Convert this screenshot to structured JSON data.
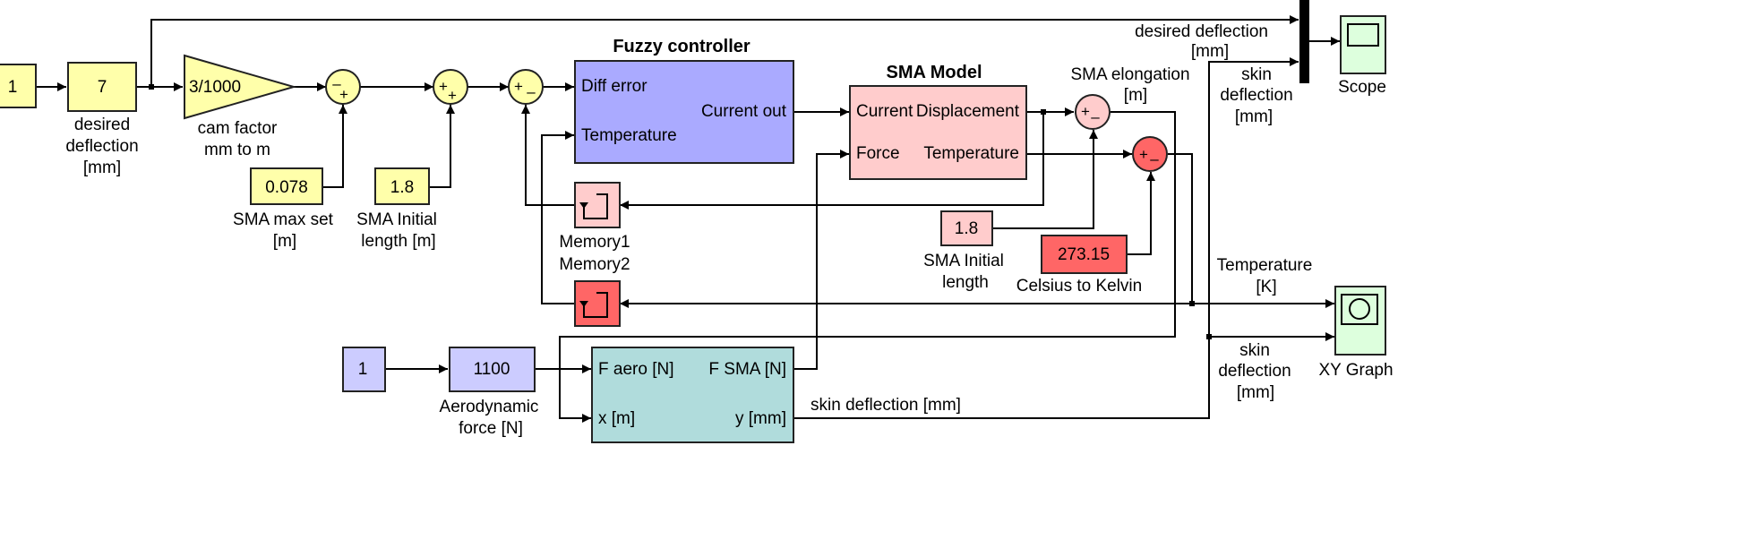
{
  "colors": {
    "yellow": "#FFFFAA",
    "blue": "#AAAAFF",
    "pink": "#FFCCCC",
    "red": "#FF6666",
    "lavender": "#CCCCFF",
    "teal": "#B0DCDC",
    "green": "#DDFFDD"
  },
  "blocks": {
    "const_1_left": "1",
    "const_7": "7",
    "gain": "3/1000",
    "const_0078": "0.078",
    "const_18_left": "1.8",
    "const_18_right": "1.8",
    "const_27315": "273.15",
    "const_1_bottom": "1",
    "const_1100": "1100"
  },
  "titles": {
    "fuzzy": "Fuzzy controller",
    "sma": "SMA Model"
  },
  "ports": {
    "fuzzy_in1": "Diff error",
    "fuzzy_in2": "Temperature",
    "fuzzy_out": "Current out",
    "sma_in1": "Current",
    "sma_in2": "Force",
    "sma_out1": "Displacement",
    "sma_out2": "Temperature",
    "aero_in1": "F aero [N]",
    "aero_in2": "x [m]",
    "aero_out1": "F SMA [N]",
    "aero_out2": "y [mm]"
  },
  "labels": {
    "desired_defl": [
      "desired",
      "deflection",
      "[mm]"
    ],
    "cam_factor": [
      "cam factor",
      "mm to m"
    ],
    "sma_max": [
      "SMA max set",
      "[m]"
    ],
    "sma_init_left": [
      "SMA Initial",
      "length [m]"
    ],
    "memory1": "Memory1",
    "memory2": "Memory2",
    "sma_init_right": [
      "SMA Initial",
      "length"
    ],
    "celsius": "Celsius to Kelvin",
    "sma_elong": [
      "SMA elongation",
      "[m]"
    ],
    "aero_force": [
      "Aerodynamic",
      "force [N]"
    ],
    "scope": "Scope",
    "xy_graph": "XY Graph",
    "sig_desired": [
      "desired deflection",
      "[mm]"
    ],
    "sig_skin_top": [
      "skin",
      "deflection",
      "[mm]"
    ],
    "sig_temp": [
      "Temperature",
      "[K]"
    ],
    "sig_skin_bottom": [
      "skin",
      "deflection",
      "[mm]"
    ],
    "sig_skin_mid": "skin deflection [mm]"
  },
  "signs": {
    "sum1": [
      "–",
      "+"
    ],
    "sum2": [
      "+",
      "+"
    ],
    "sum3": [
      "+",
      "–"
    ],
    "sum4": [
      "+",
      "–"
    ],
    "sum5": [
      "+",
      "–"
    ]
  }
}
